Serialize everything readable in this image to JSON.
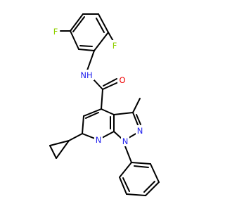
{
  "colors": {
    "background": "#ffffff",
    "bond": "#000000",
    "carbon_text": "#000000",
    "nitrogen": "#2222ee",
    "oxygen": "#ee0000",
    "fluorine": "#8fd000"
  },
  "atom_labels": {
    "fluoro_top": "F",
    "fluoro_right": "F",
    "amide_nh": "NH",
    "carbonyl_o": "O",
    "methyl": "",
    "pyrazole_n2": "N",
    "pyrazole_n1": "N",
    "pyridine_n": "N"
  }
}
